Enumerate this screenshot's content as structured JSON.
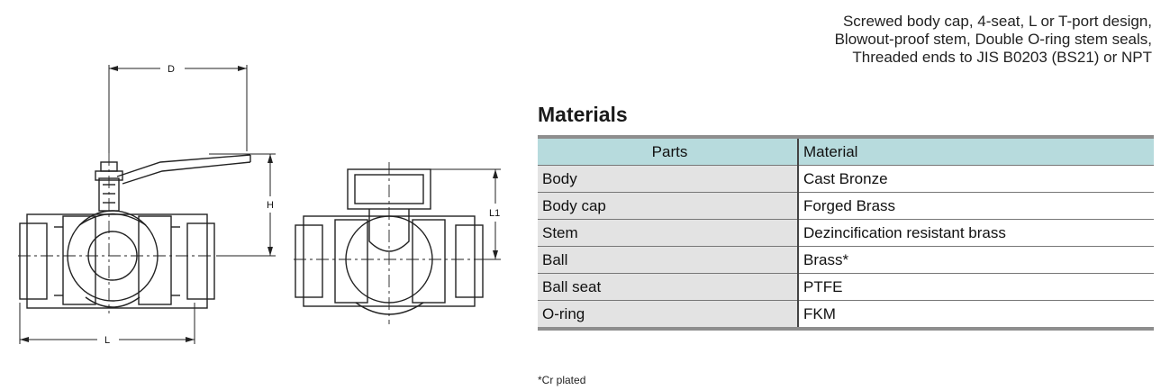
{
  "features": [
    "Screwed body cap, 4-seat, L or T-port design,",
    "Blowout-proof stem, Double O-ring stem seals,",
    "Threaded ends to JIS B0203 (BS21) or NPT"
  ],
  "materials": {
    "title": "Materials",
    "headers": {
      "parts": "Parts",
      "material": "Material"
    },
    "rows": [
      {
        "part": "Body",
        "material": "Cast Bronze"
      },
      {
        "part": "Body cap",
        "material": "Forged Brass"
      },
      {
        "part": "Stem",
        "material": "Dezincification resistant brass"
      },
      {
        "part": "Ball",
        "material": "Brass*"
      },
      {
        "part": "Ball seat",
        "material": "PTFE"
      },
      {
        "part": "O-ring",
        "material": "FKM"
      }
    ],
    "footnote": "*Cr plated"
  },
  "drawing": {
    "dimension_labels": {
      "d": "D",
      "h": "H",
      "l": "L",
      "l1": "L1"
    }
  }
}
